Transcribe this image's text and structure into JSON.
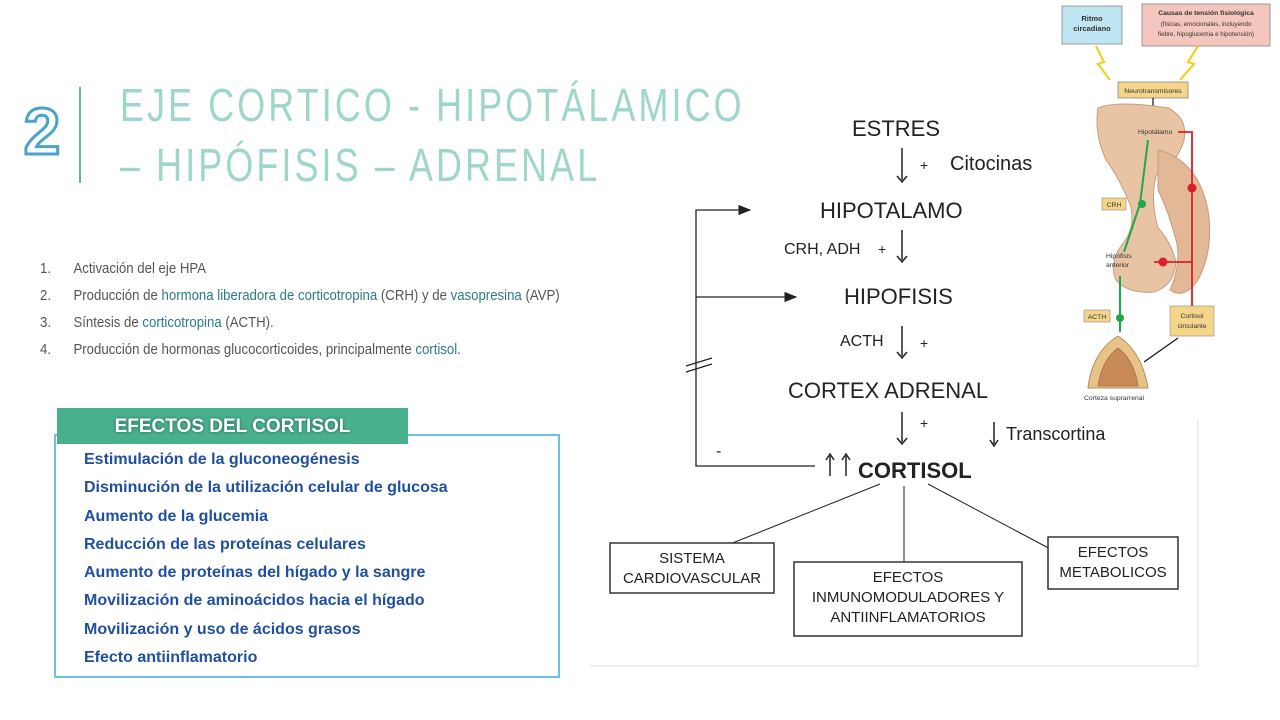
{
  "slide": {
    "number": "2",
    "title_line1": "EJE CORTICO - HIPOTÁLAMICO",
    "title_line2": "– HIPÓFISIS – ADRENAL",
    "accent_color": "#9fd6cc"
  },
  "steps": [
    {
      "num": "1.",
      "pre": "Activación del eje HPA",
      "hl1": "",
      "mid": "",
      "hl2": "",
      "post": ""
    },
    {
      "num": "2.",
      "pre": "Producción de ",
      "hl1": "hormona liberadora de corticotropina",
      "mid": " (CRH) y de ",
      "hl2": "vasopresina",
      "post": " (AVP)"
    },
    {
      "num": "3.",
      "pre": "Síntesis de ",
      "hl1": "corticotropina",
      "mid": " (ACTH).",
      "hl2": "",
      "post": ""
    },
    {
      "num": "4.",
      "pre": "Producción de hormonas glucocorticoides, principalmente ",
      "hl1": "cortisol",
      "mid": ".",
      "hl2": "",
      "post": ""
    }
  ],
  "effects": {
    "header": "EFECTOS DEL CORTISOL",
    "items": [
      "Estimulación de la gluconeogénesis",
      "Disminución de la utilización celular de glucosa",
      "Aumento de la glucemia",
      "Reducción de las proteínas celulares",
      "Aumento de proteínas del hígado y la sangre",
      "Movilización de aminoácidos hacia el hígado",
      "Movilización y uso de ácidos grasos",
      "Efecto antiinflamatorio"
    ]
  },
  "flow": {
    "estres": "ESTRES",
    "plus": "+",
    "minus": "-",
    "citocinas": "Citocinas",
    "hipotalamo": "HIPOTALAMO",
    "crh_adh": "CRH, ADH",
    "hipofisis": "HIPOFISIS",
    "acth": "ACTH",
    "cortex": "CORTEX ADRENAL",
    "transcortina": "Transcortina",
    "cortisol": "CORTISOL",
    "box_left_1": "SISTEMA",
    "box_left_2": "CARDIOVASCULAR",
    "box_mid_1": "EFECTOS",
    "box_mid_2": "INMUNOMODULADORES Y",
    "box_mid_3": "ANTIINFLAMATORIOS",
    "box_right_1": "EFECTOS",
    "box_right_2": "METABOLICOS"
  },
  "anatomy": {
    "ritmo_1": "Ritmo",
    "ritmo_2": "circadiano",
    "causas_title": "Causas de tensión fisiológica",
    "causas_1": "(físicas, emocionales, incluyendo",
    "causas_2": "fiebre, hipoglucemia e hipotensión)",
    "neuro": "Neurotransmisores",
    "hipotalamo": "Hipotálamo",
    "crh": "CRH",
    "hipofisis_1": "Hipófisis",
    "hipofisis_2": "anterior",
    "acth": "ACTH",
    "cortisol_1": "Cortisol",
    "cortisol_2": "circulante",
    "corteza": "Corteza suprarrenal",
    "colors": {
      "green": "#1fa84a",
      "red": "#d8202a",
      "tissue": "#e9c4a4",
      "label_bg": "#f5d58a"
    }
  }
}
